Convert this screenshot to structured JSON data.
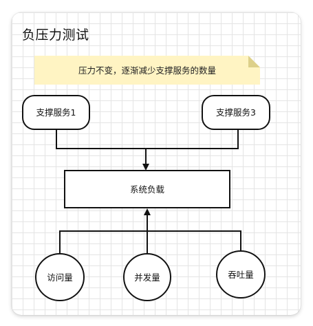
{
  "diagram": {
    "title": "负压力测试",
    "note": "压力不变，逐渐减少支撑服务的数量",
    "support_service_1": "支撑服务1",
    "support_service_3": "支撑服务3",
    "system_load": "系统负载",
    "visits": "访问量",
    "concurrency": "并发量",
    "throughput": "吞吐量"
  },
  "colors": {
    "note_fill": "#fff4c3",
    "note_fold": "#ddd08a",
    "stroke": "#111111"
  }
}
